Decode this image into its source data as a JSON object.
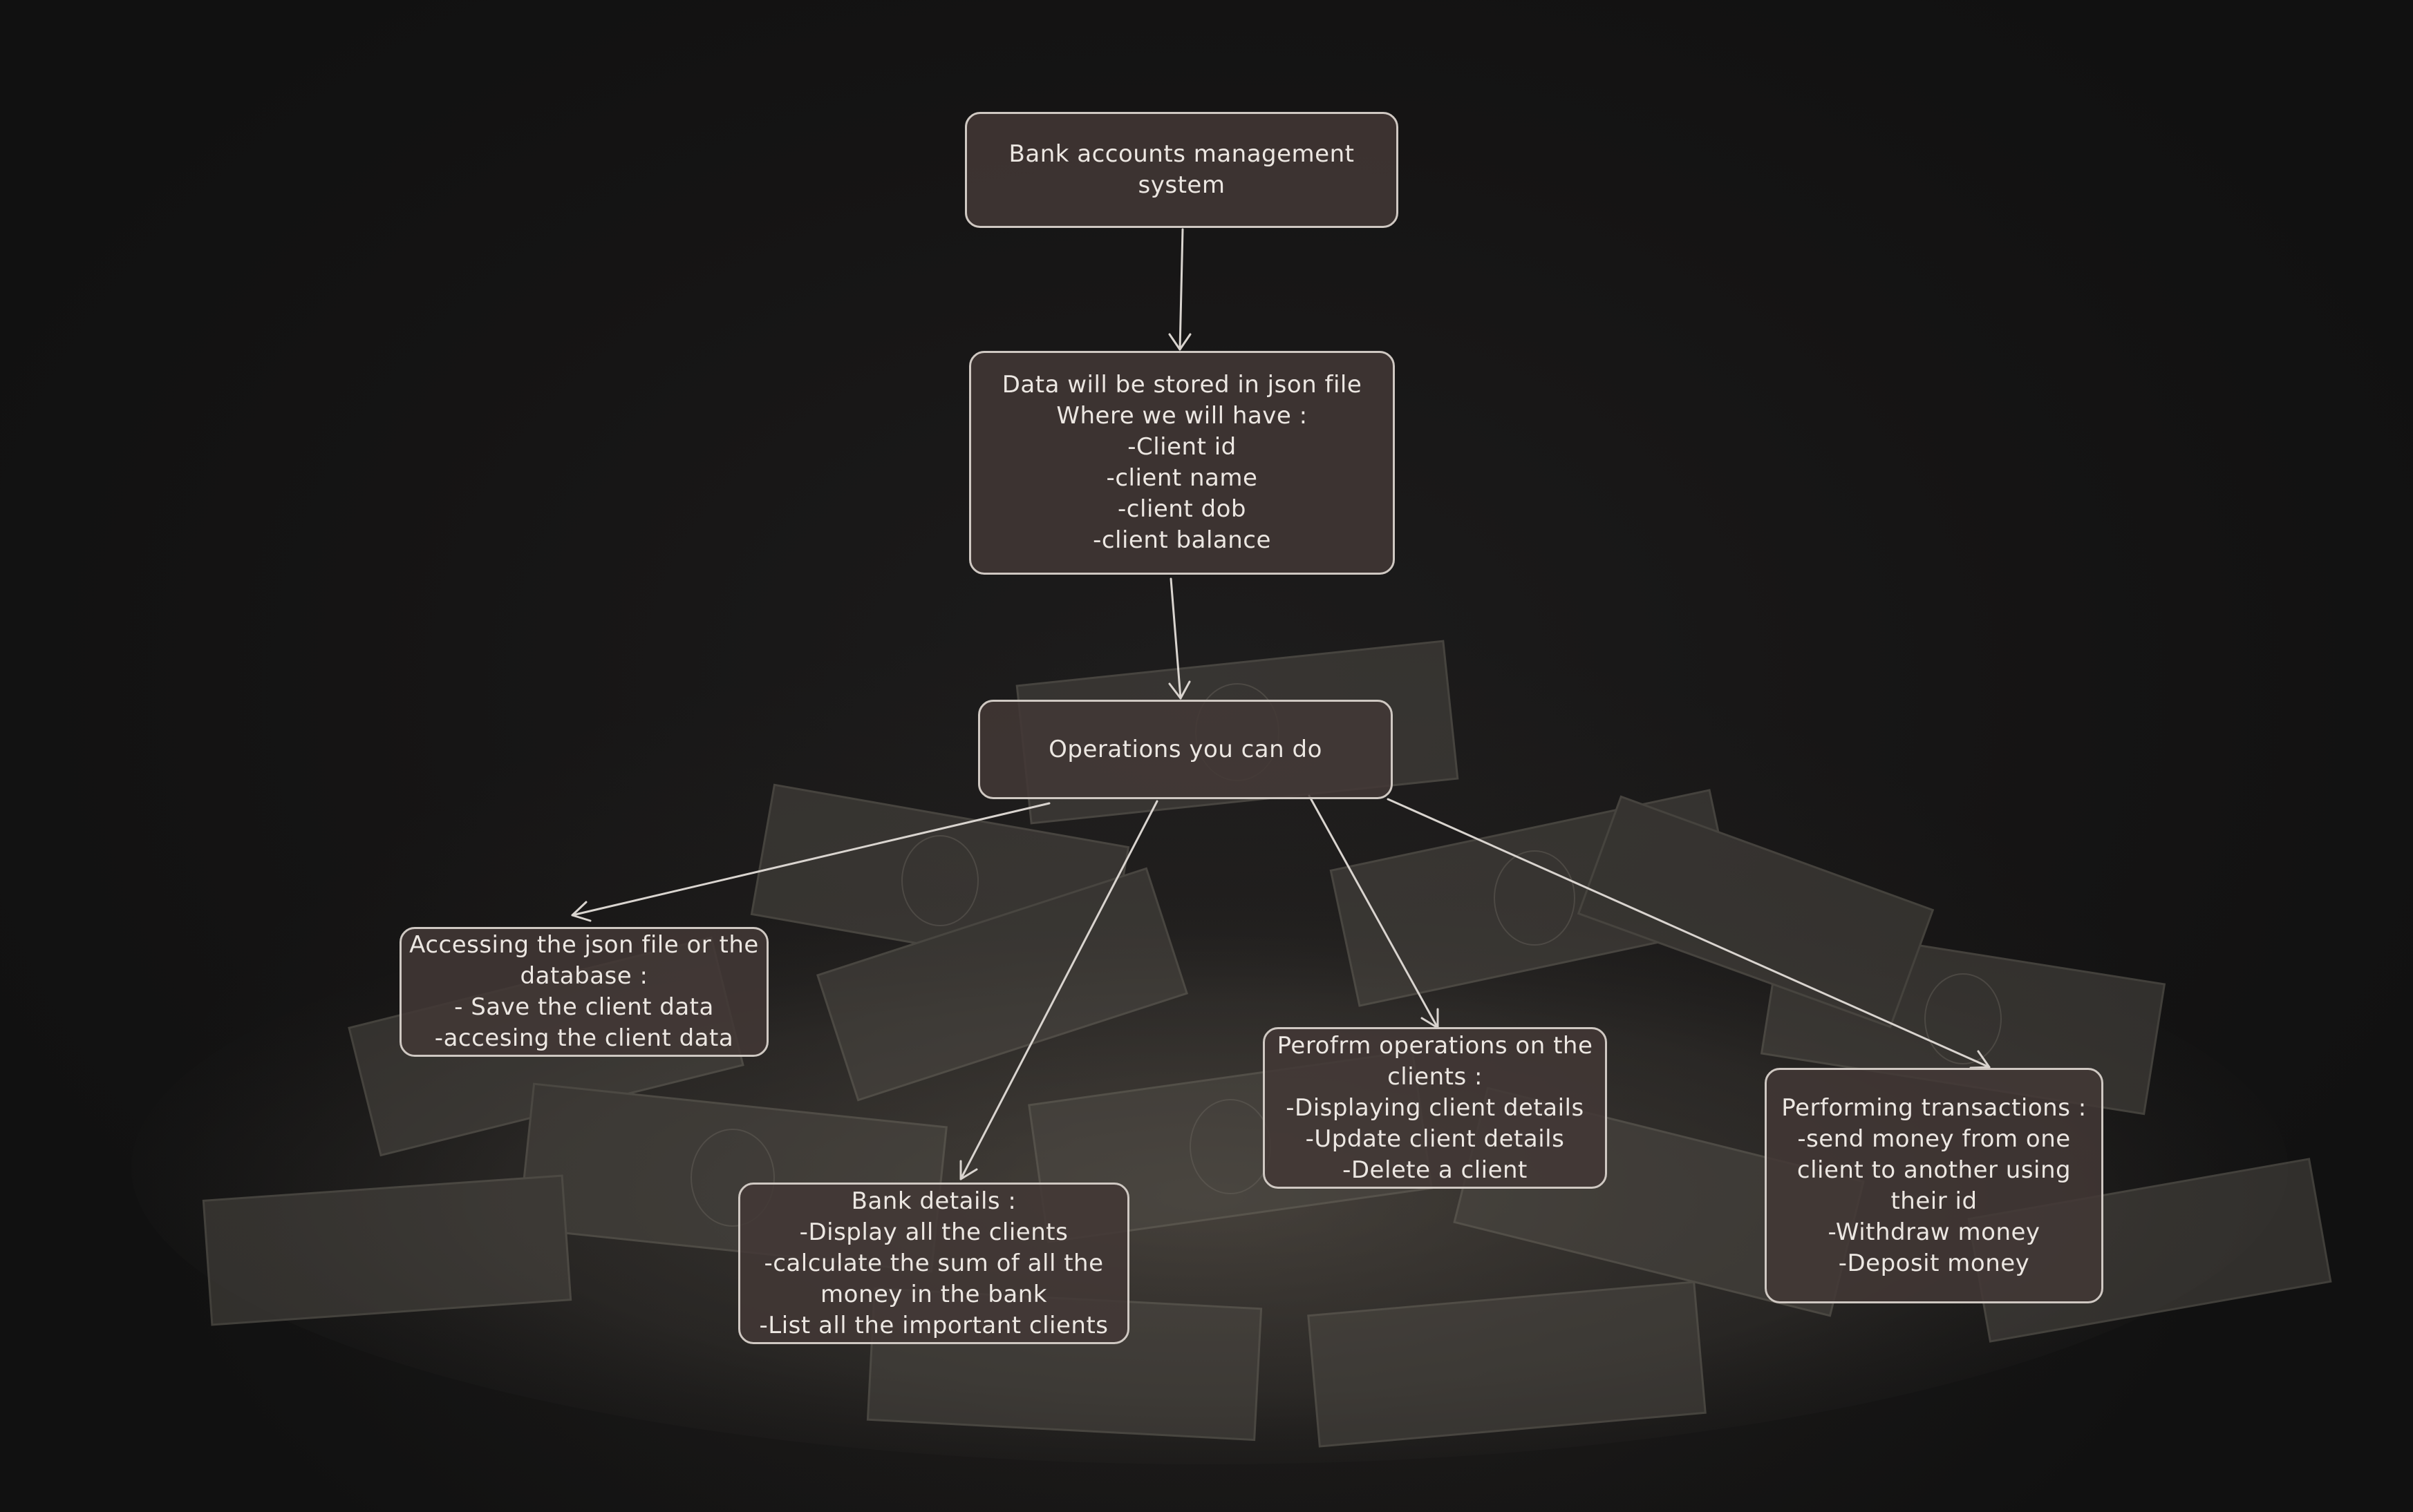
{
  "diagram": {
    "nodes": [
      {
        "id": "title",
        "lines": [
          "Bank accounts management",
          "system"
        ]
      },
      {
        "id": "data",
        "lines": [
          "Data will be stored in json file",
          "Where we will have :",
          "-Client id",
          "-client name",
          "-client dob",
          "-client balance"
        ]
      },
      {
        "id": "ops",
        "lines": [
          "Operations you can do"
        ]
      },
      {
        "id": "access",
        "lines": [
          "Accessing the json file or the",
          "database :",
          "- Save the client data",
          "-accesing the client data"
        ]
      },
      {
        "id": "bank",
        "lines": [
          "Bank details :",
          "-Display all the clients",
          "-calculate the sum of all the",
          "money in the bank",
          "-List all the important clients"
        ]
      },
      {
        "id": "client_ops",
        "lines": [
          "Perofrm operations on the",
          "clients :",
          "-Displaying client details",
          "-Update client details",
          "-Delete a client"
        ]
      },
      {
        "id": "transactions",
        "lines": [
          "Performing transactions :",
          "-send money from one",
          "client to another using",
          "their id",
          "-Withdraw money",
          "-Deposit money"
        ]
      }
    ],
    "edges": [
      {
        "from": "title",
        "to": "data"
      },
      {
        "from": "data",
        "to": "ops"
      },
      {
        "from": "ops",
        "to": "access"
      },
      {
        "from": "ops",
        "to": "bank"
      },
      {
        "from": "ops",
        "to": "client_ops"
      },
      {
        "from": "ops",
        "to": "transactions"
      }
    ]
  },
  "colors": {
    "background": "#151414",
    "node_fill": "#423835",
    "node_border": "#cfc8c2",
    "text": "#ece7e2",
    "connector": "#d9d4cf"
  }
}
